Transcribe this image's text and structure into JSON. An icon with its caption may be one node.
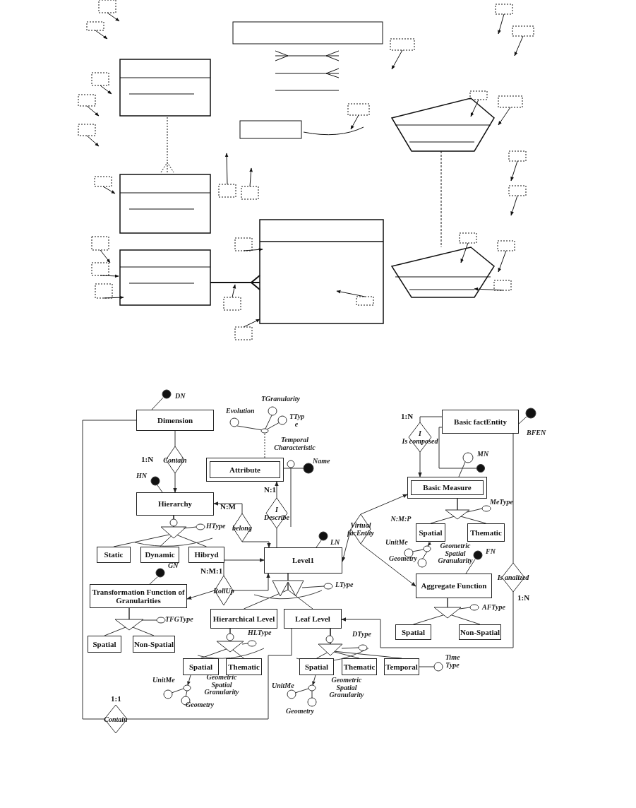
{
  "diagram": {
    "nodes": [
      {
        "text": [
          "Dimension"
        ]
      },
      {
        "text": [
          "Contain"
        ],
        "beside": [
          "1:N"
        ]
      },
      {
        "text": [
          "Attribute"
        ]
      },
      {
        "text": [
          "Basic factEntity"
        ]
      },
      {
        "text": [
          "I",
          "Is composed"
        ],
        "beside": [
          "1:N"
        ]
      },
      {
        "text": [
          "Hierarchy"
        ]
      },
      {
        "text": [
          "Basic Measure"
        ]
      },
      {
        "text": [
          "belong"
        ],
        "beside": [
          "N:M"
        ]
      },
      {
        "text": [
          "I",
          "Describe"
        ],
        "beside": [
          "N:1"
        ]
      },
      {
        "text": [
          "Virtual facEntity"
        ]
      },
      {
        "text": [
          "Spatial"
        ]
      },
      {
        "text": [
          "Thematic"
        ]
      },
      {
        "text": [
          "Static"
        ]
      },
      {
        "text": [
          "Dynamic"
        ]
      },
      {
        "text": [
          "Hibryd"
        ]
      },
      {
        "text": [
          "Level1"
        ]
      },
      {
        "text": [
          "Aggregate Function"
        ]
      },
      {
        "text": [
          "Is analized"
        ],
        "beside": [
          "1:N"
        ]
      },
      {
        "text": [
          "RollUp"
        ],
        "beside": [
          "N:M:1"
        ]
      },
      {
        "text": [
          "Transformation Function of Granularities"
        ]
      },
      {
        "text": [
          "Hierarchical Level"
        ]
      },
      {
        "text": [
          "Leaf Level"
        ]
      },
      {
        "text": [
          "Spatial"
        ]
      },
      {
        "text": [
          "Non-Spatial"
        ]
      },
      {
        "text": [
          "Spatial"
        ]
      },
      {
        "text": [
          "Non-Spatial"
        ]
      },
      {
        "text": [
          "Spatial"
        ]
      },
      {
        "text": [
          "Thematic"
        ]
      },
      {
        "text": [
          "Spatial"
        ]
      },
      {
        "text": [
          "Thematic"
        ]
      },
      {
        "text": [
          "Temporal"
        ]
      },
      {
        "text": [
          "Contain"
        ],
        "beside": [
          "1:1"
        ]
      },
      {
        "text": [],
        "shape": "circle"
      }
    ],
    "edges": [
      {
        "from": 0,
        "to": 1,
        "arrow": "none"
      },
      {
        "from": 1,
        "to": 5,
        "arrow": "to"
      },
      {
        "from": 0,
        "to": 31,
        "arrow": "none"
      },
      {
        "from": 31,
        "to": 21,
        "arrow": "none"
      },
      {
        "from": 8,
        "to": 2,
        "arrow": "to"
      },
      {
        "from": 8,
        "to": 15,
        "arrow": "none"
      },
      {
        "from": 3,
        "to": 4,
        "arrow": "none"
      },
      {
        "from": 4,
        "to": 6,
        "arrow": "to"
      },
      {
        "from": 3,
        "to": 17,
        "arrow": "none"
      },
      {
        "from": 17,
        "to": 21,
        "arrow": "to"
      },
      {
        "from": 7,
        "to": 5,
        "arrow": "to"
      },
      {
        "from": 7,
        "to": 15,
        "arrow": "to"
      },
      {
        "from": 9,
        "to": 15,
        "arrow": "to"
      },
      {
        "from": 9,
        "to": 6,
        "arrow": "to"
      },
      {
        "from": 9,
        "to": 16,
        "arrow": "to"
      },
      {
        "from": 5,
        "to": 12,
        "arrow": "none"
      },
      {
        "from": 5,
        "to": 13,
        "arrow": "none"
      },
      {
        "from": 5,
        "to": 14,
        "arrow": "none"
      },
      {
        "from": 6,
        "to": 10,
        "arrow": "none"
      },
      {
        "from": 6,
        "to": 11,
        "arrow": "none"
      },
      {
        "from": 15,
        "to": 20,
        "arrow": "none"
      },
      {
        "from": 15,
        "to": 21,
        "arrow": "none"
      },
      {
        "from": 18,
        "to": 15,
        "arrow": "to"
      },
      {
        "from": 18,
        "to": 15,
        "arrow": "to"
      },
      {
        "from": 18,
        "to": 19,
        "arrow": "to"
      },
      {
        "from": 16,
        "to": 22,
        "arrow": "none"
      },
      {
        "from": 16,
        "to": 23,
        "arrow": "none"
      },
      {
        "from": 19,
        "to": 24,
        "arrow": "none"
      },
      {
        "from": 19,
        "to": 25,
        "arrow": "none"
      },
      {
        "from": 20,
        "to": 26,
        "arrow": "none"
      },
      {
        "from": 20,
        "to": 27,
        "arrow": "none"
      },
      {
        "from": 21,
        "to": 28,
        "arrow": "none"
      },
      {
        "from": 21,
        "to": 29,
        "arrow": "none"
      },
      {
        "from": 21,
        "to": 30,
        "arrow": "none"
      },
      {
        "from": 3,
        "to": 32,
        "arrow": "none"
      }
    ],
    "labels": [
      "DN",
      "TGranularity",
      "Evolution",
      "TTyp e",
      "Temporal Characteristic",
      "Name",
      "MN",
      "BFEN",
      "HN",
      "HType",
      "MeType",
      "N:M:P",
      "LN",
      "UnitMe",
      "Geometric Spatial Granularity",
      "Geometry",
      "FN",
      "LType",
      "GN",
      "AFType",
      "TFGType",
      "HLType",
      "DType",
      "Time Type",
      "UnitMe",
      "Geometric Spatial Granularity",
      "Geometry",
      "UnitMe",
      "Geometric Spatial Granularity",
      "Geometry"
    ]
  }
}
